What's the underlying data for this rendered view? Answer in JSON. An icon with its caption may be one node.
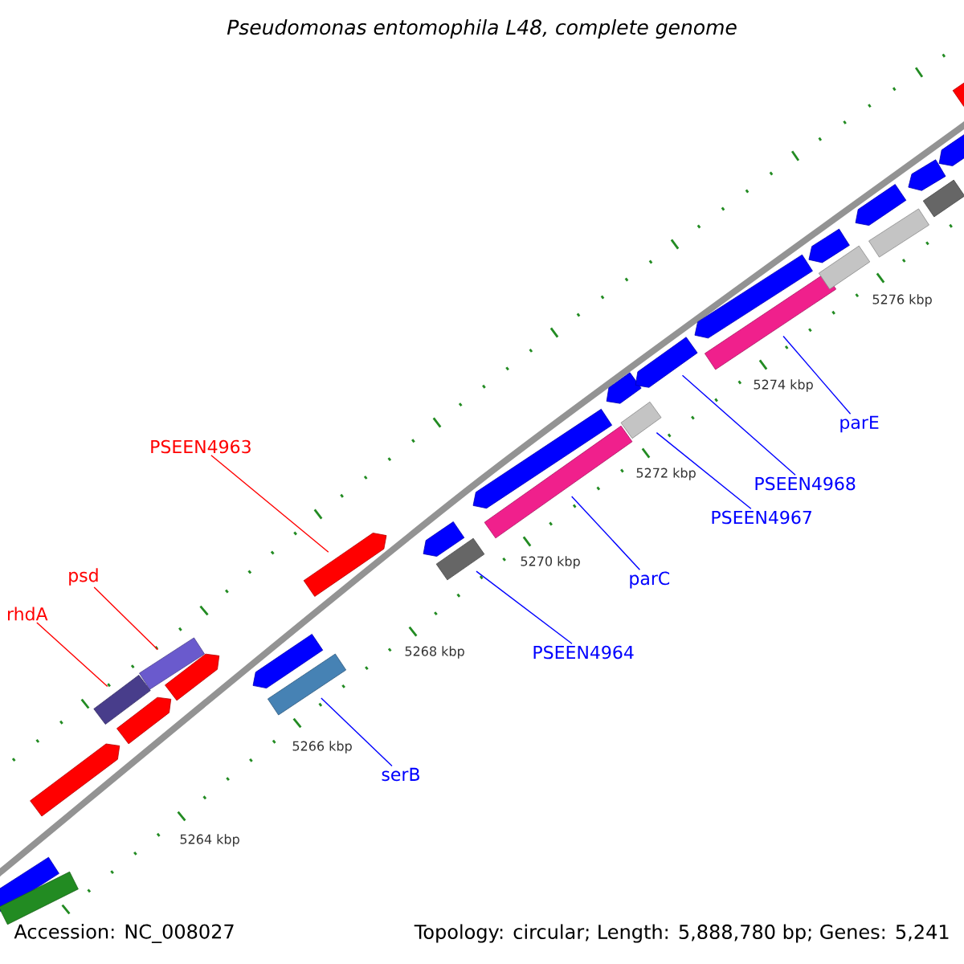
{
  "diagram": {
    "title": "Pseudomonas entomophila L48, complete genome",
    "nodes": [
      {
        "text": [
          "parE"
        ]
      },
      {
        "text": [
          "PSEEN4963"
        ]
      },
      {
        "text": [
          "PSEEN4968"
        ]
      },
      {
        "text": [
          "PSEEN4967"
        ]
      },
      {
        "text": [
          "psd"
        ]
      },
      {
        "text": [
          "parC"
        ]
      },
      {
        "text": [
          "rhdA"
        ]
      },
      {
        "text": [
          "PSEEN4964"
        ]
      },
      {
        "text": [
          "serB"
        ]
      },
      {
        "text": [],
        "shape": "bar"
      },
      {
        "text": [],
        "shape": "bar"
      },
      {
        "text": [],
        "shape": "bar"
      },
      {
        "text": [],
        "shape": "bar"
      },
      {
        "text": [],
        "shape": "bar"
      },
      {
        "text": [],
        "shape": "bar"
      },
      {
        "text": [],
        "shape": "bar"
      },
      {
        "text": [],
        "shape": "bar"
      },
      {
        "text": [],
        "shape": "bar"
      },
      {
        "text": [],
        "shape": "bar"
      },
      {
        "text": [],
        "shape": "bar"
      },
      {
        "text": [],
        "shape": "bar"
      },
      {
        "text": [],
        "shape": "bar"
      },
      {
        "text": [],
        "shape": "bar"
      },
      {
        "text": [],
        "shape": "bar"
      },
      {
        "text": [],
        "shape": "bar"
      },
      {
        "text": [],
        "shape": "bar"
      },
      {
        "text": [],
        "shape": "bar"
      },
      {
        "text": [],
        "shape": "bar"
      },
      {
        "text": [],
        "shape": "bar"
      },
      {
        "text": [],
        "shape": "bar"
      },
      {
        "text": [],
        "shape": "bar"
      },
      {
        "text": [],
        "shape": "bar"
      },
      {
        "text": [],
        "shape": "bar"
      },
      {
        "text": [],
        "shape": "bar"
      },
      {
        "text": [],
        "shape": "bar"
      },
      {
        "text": [],
        "shape": "bar"
      }
    ],
    "edges": [
      {
        "from": 0,
        "to": 27,
        "arrow": "none"
      },
      {
        "from": 1,
        "to": 18,
        "arrow": "none",
        "color": "#ff0000"
      },
      {
        "from": 2,
        "to": 25,
        "arrow": "none"
      },
      {
        "from": 3,
        "to": 24,
        "arrow": "none"
      },
      {
        "from": 4,
        "to": 14,
        "arrow": "none",
        "color": "#ff0000"
      },
      {
        "from": 5,
        "to": 22,
        "arrow": "none"
      },
      {
        "from": 6,
        "to": 12,
        "arrow": "none",
        "color": "#ff0000"
      },
      {
        "from": 7,
        "to": 20,
        "arrow": "none"
      },
      {
        "from": 8,
        "to": 17,
        "arrow": "none"
      }
    ],
    "labels": [
      "5276 kbp",
      "5274 kbp",
      "5272 kbp",
      "5270 kbp",
      "5268 kbp",
      "5266 kbp",
      "5264 kbp",
      "Accession: NC_008027",
      "Topology: circular; Length: 5,888,780 bp; Genes: 5,241"
    ]
  }
}
